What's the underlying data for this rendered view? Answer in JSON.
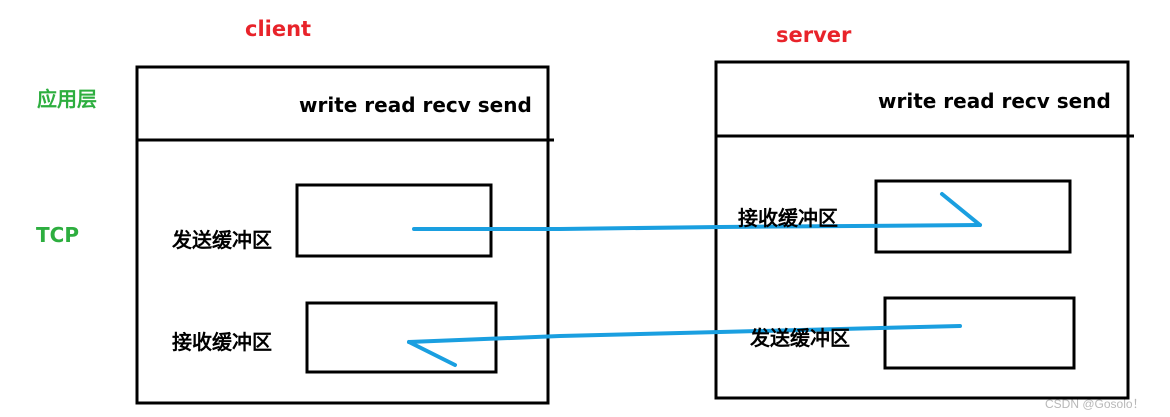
{
  "client": {
    "title": "client",
    "api": "write read recv send",
    "send_buffer": "发送缓冲区",
    "recv_buffer": "接收缓冲区"
  },
  "server": {
    "title": "server",
    "api": "write read recv send",
    "recv_buffer": "接收缓冲区",
    "send_buffer": "发送缓冲区"
  },
  "layers": {
    "app": "应用层",
    "tcp": "TCP"
  },
  "watermark": "CSDN @Gosolo！",
  "colors": {
    "title": "#e8232a",
    "layer_label": "#2dae3f",
    "arrow": "#1a9fe0",
    "box": "#000000"
  }
}
